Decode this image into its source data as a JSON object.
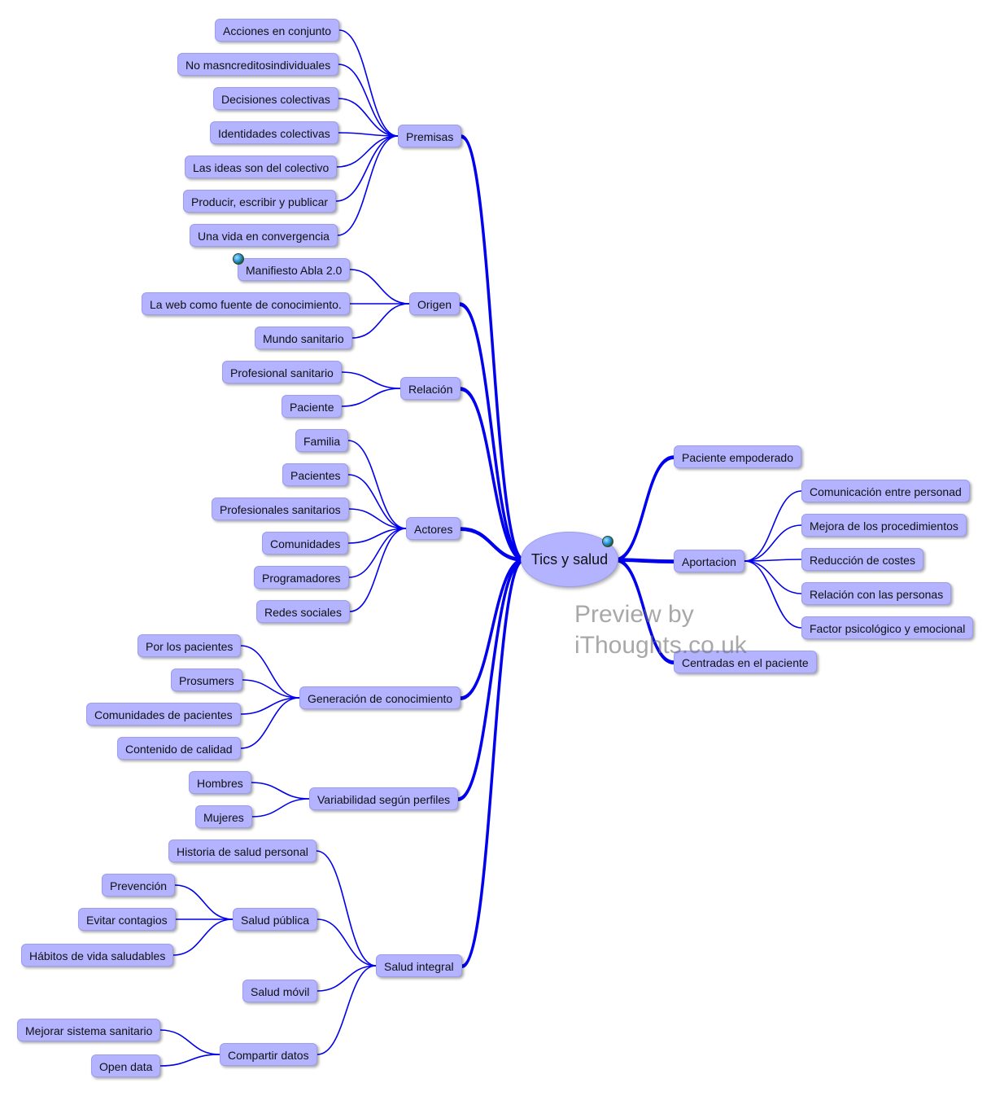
{
  "root": {
    "label": "Tics y salud"
  },
  "branches": {
    "premisas": {
      "label": "Premisas",
      "children": [
        "Acciones en conjunto",
        "No masncreditosindividuales",
        "Decisiones colectivas",
        "Identidades colectivas",
        "Las ideas son del colectivo",
        "Producir, escribir y publicar",
        "Una vida en convergencia"
      ]
    },
    "origen": {
      "label": "Origen",
      "children": [
        "Manifiesto Abla 2.0",
        "La web como fuente de conocimiento.",
        "Mundo sanitario"
      ]
    },
    "relacion": {
      "label": "Relación",
      "children": [
        "Profesional sanitario",
        "Paciente"
      ]
    },
    "actores": {
      "label": "Actores",
      "children": [
        "Familia",
        "Pacientes",
        "Profesionales sanitarios",
        "Comunidades",
        "Programadores",
        "Redes sociales"
      ]
    },
    "generacion": {
      "label": "Generación de conocimiento",
      "children": [
        "Por los pacientes",
        "Prosumers",
        "Comunidades de pacientes",
        "Contenido de calidad"
      ]
    },
    "variabilidad": {
      "label": "Variabilidad según perfiles",
      "children": [
        "Hombres",
        "Mujeres"
      ]
    },
    "salud_integral": {
      "label": "Salud integral",
      "historia": "Historia de salud personal",
      "salud_publica": {
        "label": "Salud pública",
        "children": [
          "Prevención",
          "Evitar contagios",
          "Hábitos de vida saludables"
        ]
      },
      "salud_movil": "Salud móvil",
      "compartir_datos": {
        "label": "Compartir datos",
        "children": [
          "Mejorar sistema sanitario",
          "Open data"
        ]
      }
    },
    "paciente_empoderado": {
      "label": "Paciente empoderado"
    },
    "aportacion": {
      "label": "Aportacion",
      "children": [
        "Comunicación entre personad",
        "Mejora de los procedimientos",
        "Reducción de costes",
        "Relación con las personas",
        "Factor psicológico y emocional"
      ]
    },
    "centradas": {
      "label": "Centradas en el paciente"
    }
  },
  "watermark": "Preview by iThoughts.co.uk",
  "colors": {
    "link": "#0000ee",
    "node_fill": "#b3b3ff",
    "node_border": "#9c9cf0"
  },
  "icons": {
    "root": "globe-icon",
    "manifiesto": "globe-icon"
  }
}
